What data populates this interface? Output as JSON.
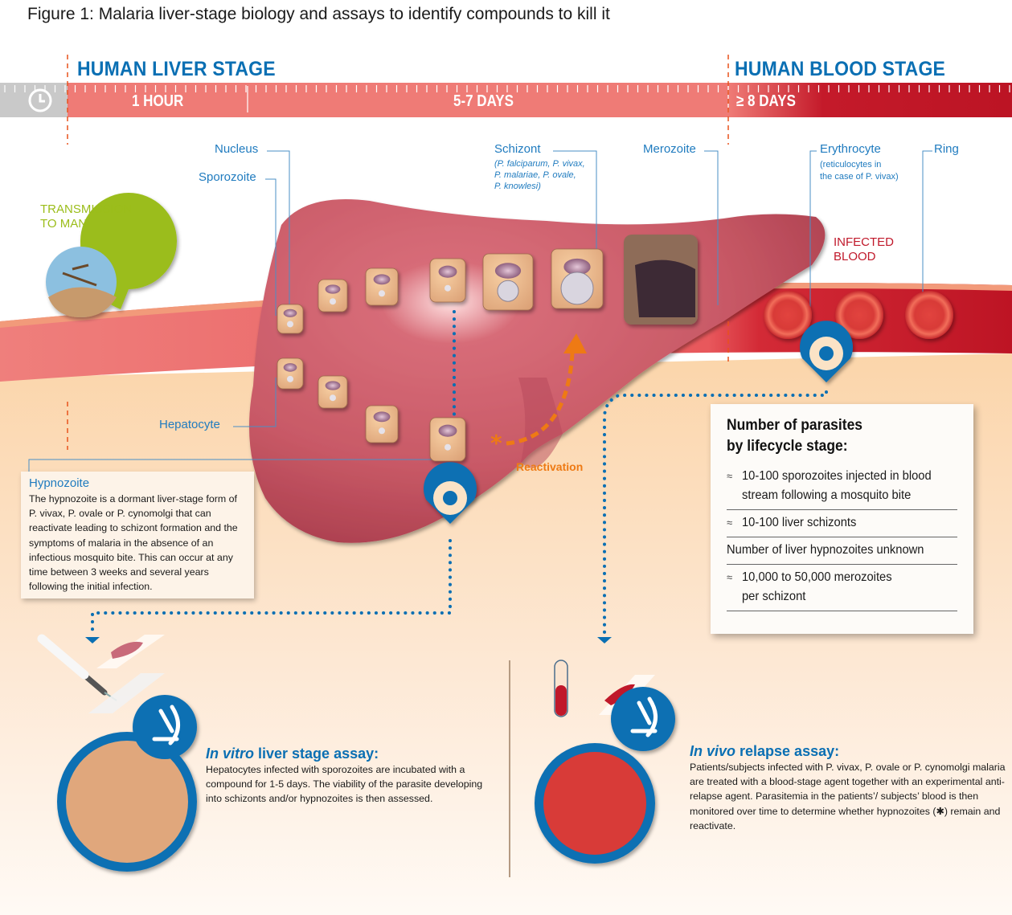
{
  "figure_title": "Figure 1: Malaria liver-stage biology and assays to identify compounds to kill it",
  "stages": {
    "liver": "HUMAN LIVER STAGE",
    "blood": "HUMAN BLOOD STAGE"
  },
  "timeline": {
    "icon": "clock-icon",
    "labels": [
      "1 HOUR",
      "5-7 DAYS",
      "≥ 8 DAYS"
    ]
  },
  "callouts": {
    "nucleus": "Nucleus",
    "sporozoite": "Sporozoite",
    "hepatocyte": "Hepatocyte",
    "schizont": "Schizont",
    "schizont_species_1": "(P. falciparum, P. vivax,",
    "schizont_species_2": "P. malariae, P. ovale,",
    "schizont_species_3": "P. knowlesi)",
    "merozoite": "Merozoite",
    "erythrocyte": "Erythrocyte",
    "erythrocyte_note_1": "(reticulocytes in",
    "erythrocyte_note_2": "the case of P. vivax)",
    "ring": "Ring"
  },
  "labels": {
    "transmission_1": "TRANSMISSION",
    "transmission_2": "TO MAN",
    "infected_1": "INFECTED",
    "infected_2": "BLOOD",
    "reactivation": "Reactivation"
  },
  "hypnozoite_box": {
    "title": "Hypnozoite",
    "body": "The hypnozoite is a dormant liver-stage form of P. vivax, P. ovale or P. cynomolgi that can reactivate leading to schizont formation and the symptoms of malaria in the absence of an infectious mosquito bite. This can occur at any time between 3 weeks and several years following the initial infection."
  },
  "parasite_counts": {
    "title_1": "Number of parasites",
    "title_2": "by lifecycle stage:",
    "rows": [
      {
        "prefix": "≈",
        "line1": "10-100 sporozoites injected in blood",
        "line2": "stream following a mosquito bite"
      },
      {
        "prefix": "≈",
        "line1": "10-100 liver schizonts",
        "line2": ""
      },
      {
        "prefix": "",
        "line1": "Number of liver hypnozoites unknown",
        "line2": ""
      },
      {
        "prefix": "≈",
        "line1": "10,000 to 50,000 merozoites",
        "line2": "per schizont"
      }
    ]
  },
  "in_vitro": {
    "title_italic": "In vitro",
    "title_rest": " liver stage assay:",
    "body": "Hepatocytes infected with sporozoites are incubated with a compound for 1-5 days. The viability of the parasite developing into schizonts and/or hypnozoites is then assessed."
  },
  "in_vivo": {
    "title_italic": "In vivo",
    "title_rest": " relapse assay:",
    "body": "Patients/subjects infected with P. vivax, P. ovale or P. cynomolgi malaria are treated with a blood-stage agent together with an experimental anti-relapse agent. Parasitemia in the patients’/ subjects’ blood is then monitored over time to determine whether hypnozoites (✱) remain and reactivate."
  },
  "colors": {
    "brand_blue": "#0a6fb3",
    "timeline_pink": "#ef7c78",
    "blood_red": "#c0182a",
    "transmission_green": "#9bbd1a",
    "reactivation_orange": "#ee7a14"
  }
}
